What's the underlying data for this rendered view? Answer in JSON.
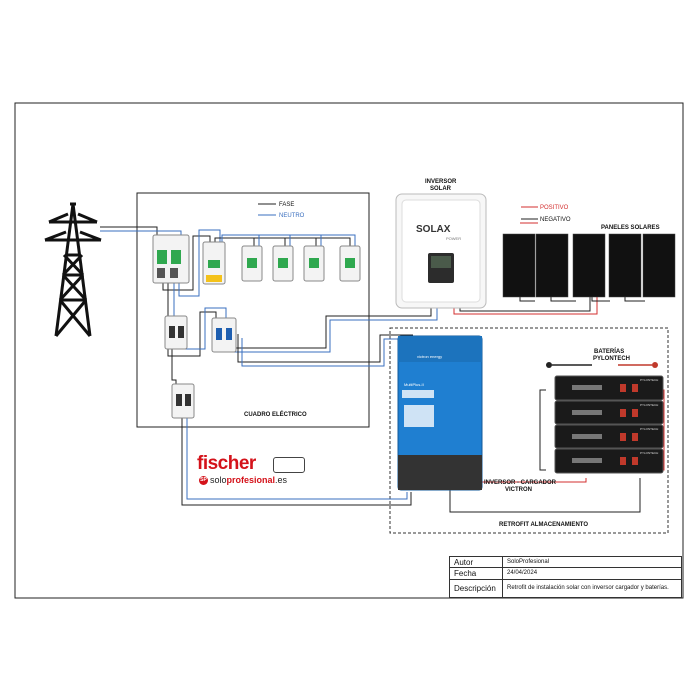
{
  "legend": {
    "fase": "FASE",
    "neutro": "NEUTRO",
    "positivo": "POSITIVO",
    "negativo": "NEGATIVO"
  },
  "labels": {
    "inversor_solar_1": "INVERSOR",
    "inversor_solar_2": "SOLAR",
    "paneles": "PANELES SOLARES",
    "baterias_1": "BATERÍAS",
    "baterias_2": "PYLONTECH",
    "cuadro": "CUADRO ELÉCTRICO",
    "cargador_1": "INVERSOR - CARGADOR",
    "cargador_2": "VICTRON",
    "retrofit": "RETROFIT ALMACENAMIENTO"
  },
  "inverter_brand": {
    "name": "SOLAX",
    "sub": "POWER"
  },
  "victron_text": {
    "logo": "victron energy",
    "model": "MultiPlus-II"
  },
  "battery_brand": "PYLONTECH",
  "logo": {
    "brand": "fischer",
    "site_prefix": "solo",
    "site_bold": "profesional",
    "site_suffix": ".es",
    "badge": "SP"
  },
  "title_block": [
    {
      "key": "Autor",
      "value": "SoloProfesional"
    },
    {
      "key": "Fecha",
      "value": "24/04/2024"
    },
    {
      "key": "Descripción",
      "value": "Retrofit de instalación solar con inversor cargador y baterías."
    }
  ],
  "colors": {
    "fase": "#222222",
    "neutro": "#3a6fbf",
    "positivo": "#d32f2f",
    "negativo": "#222222",
    "victron": "#1f7fd1"
  }
}
